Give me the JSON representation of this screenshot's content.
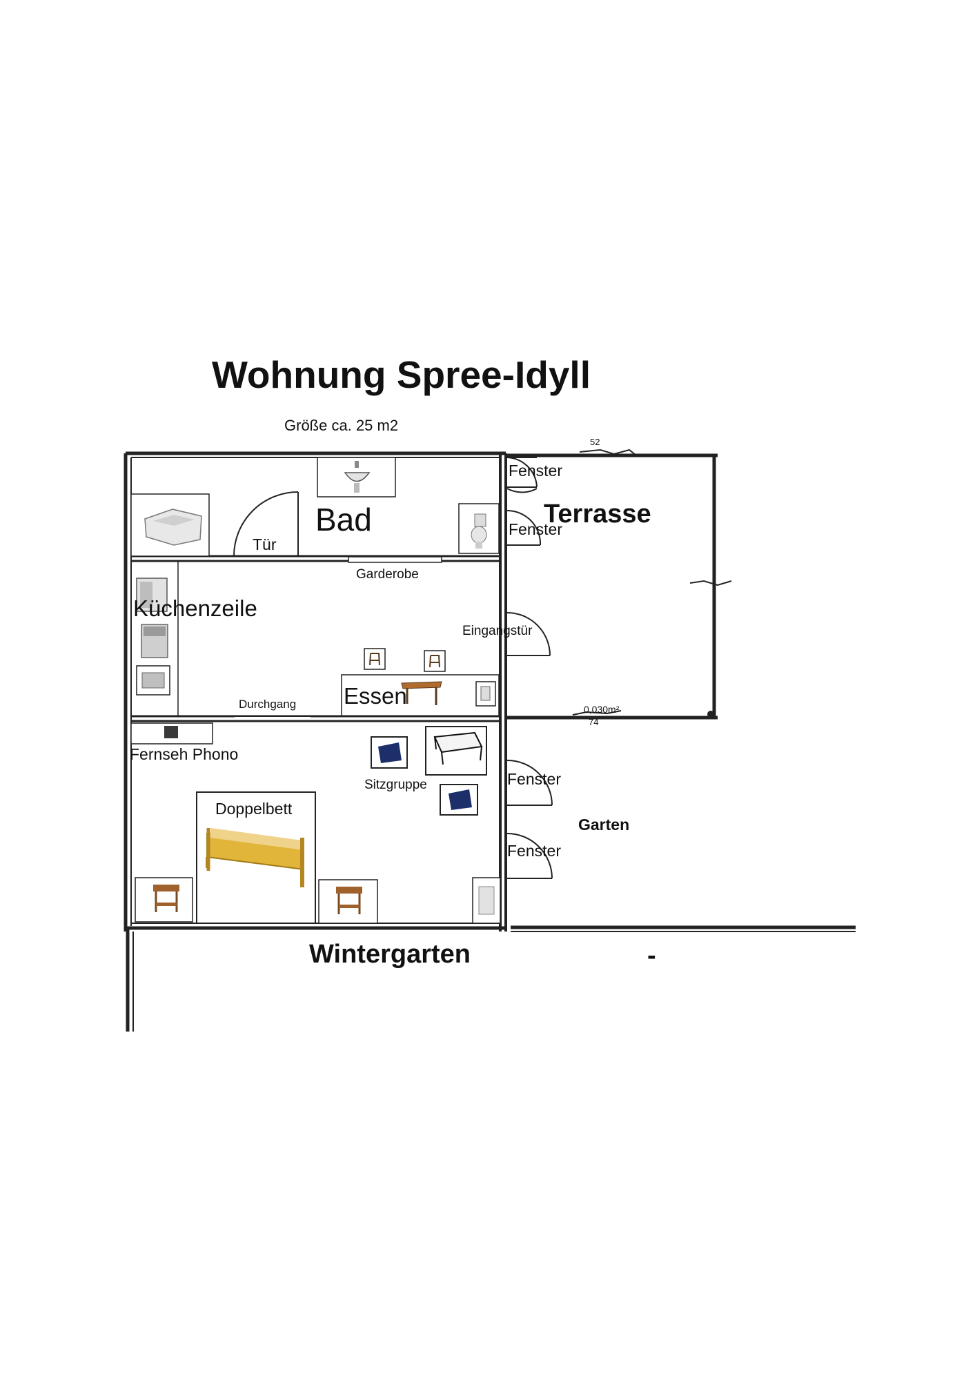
{
  "title": "Wohnung Spree-Idyll",
  "size": "Größe ca. 25 m2",
  "rooms": {
    "bad": "Bad",
    "kuechenzeile": "Küchenzeile",
    "essen": "Essen",
    "terrasse": "Terrasse",
    "garten": "Garten",
    "wintergarten": "Wintergarten"
  },
  "labels": {
    "tuer": "Tür",
    "garderobe": "Garderobe",
    "eingangstuer": "Eingangstür",
    "durchgang": "Durchgang",
    "fernseh_phono": "Fernseh Phono",
    "sitzgruppe": "Sitzgruppe",
    "doppelbett": "Doppelbett",
    "fenster_1": "Fenster",
    "fenster_2": "Fenster",
    "fenster_3": "Fenster",
    "fenster_4": "Fenster",
    "dash": "-"
  },
  "measurements": {
    "m1": "52",
    "m2": "0,030m²",
    "m3": "74"
  },
  "colors": {
    "wall": "#222222",
    "furniture_wood": "#a0622d",
    "bed": "#e0b53a",
    "armchair": "#1d2f6b",
    "sanitary": "#d9d9d9"
  },
  "icons": [
    "bathtub-icon",
    "sink-icon",
    "toilet-icon",
    "fridge-icon",
    "stove-icon",
    "dishwasher-icon",
    "chair-icon",
    "table-icon",
    "tv-icon",
    "armchair-icon",
    "coffee-table-icon",
    "bed-icon",
    "nightstand-icon",
    "cabinet-icon"
  ]
}
